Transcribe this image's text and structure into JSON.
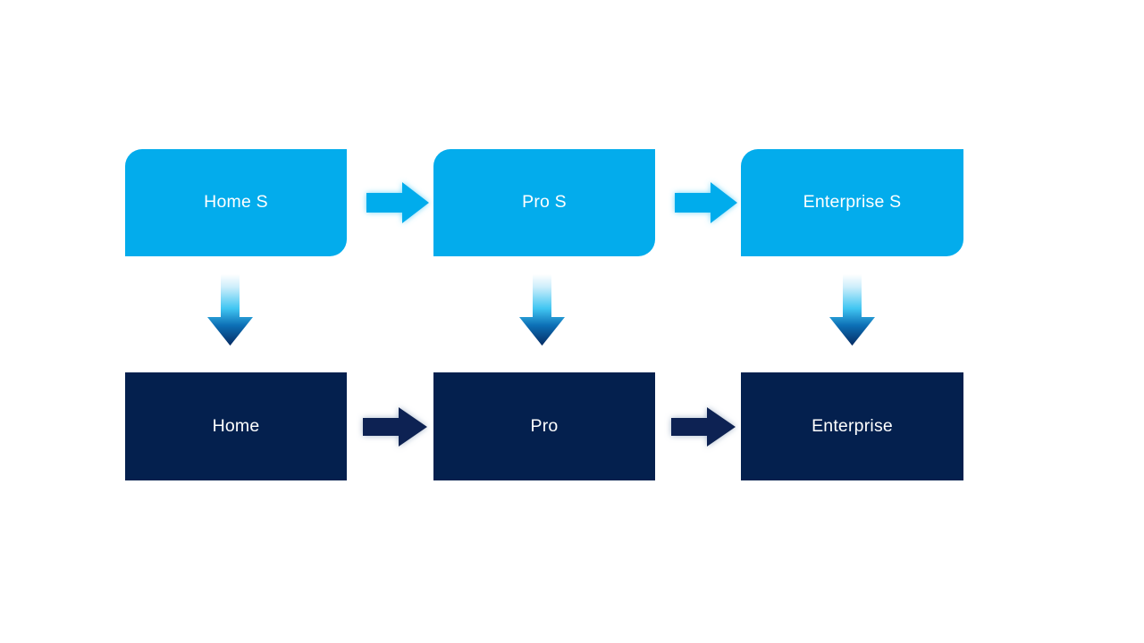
{
  "diagram": {
    "background_color": "#ffffff",
    "palette": {
      "service_fill": "#03ACEC",
      "product_fill": "#04204E",
      "label_color": "#ffffff",
      "down_arrow_gradient_start": "#ffffff",
      "down_arrow_gradient_mid": "#41C6F2",
      "down_arrow_gradient_end": "#062B63"
    },
    "service_row": {
      "nodes": [
        {
          "id": "home-s",
          "label": "Home S"
        },
        {
          "id": "pro-s",
          "label": "Pro S"
        },
        {
          "id": "enterprise-s",
          "label": "Enterprise S"
        }
      ],
      "connectors": [
        {
          "id": "service-arrow-1",
          "icon": "arrow-right-icon",
          "from": "home-s",
          "to": "pro-s"
        },
        {
          "id": "service-arrow-2",
          "icon": "arrow-right-icon",
          "from": "pro-s",
          "to": "enterprise-s"
        }
      ]
    },
    "product_row": {
      "nodes": [
        {
          "id": "home",
          "label": "Home"
        },
        {
          "id": "pro",
          "label": "Pro"
        },
        {
          "id": "enterprise",
          "label": "Enterprise"
        }
      ],
      "connectors": [
        {
          "id": "product-arrow-1",
          "icon": "arrow-right-icon",
          "from": "home",
          "to": "pro"
        },
        {
          "id": "product-arrow-2",
          "icon": "arrow-right-icon",
          "from": "pro",
          "to": "enterprise"
        }
      ]
    },
    "vertical_connectors": [
      {
        "id": "down-arrow-1",
        "icon": "arrow-down-icon",
        "from": "home-s",
        "to": "home"
      },
      {
        "id": "down-arrow-2",
        "icon": "arrow-down-icon",
        "from": "pro-s",
        "to": "pro"
      },
      {
        "id": "down-arrow-3",
        "icon": "arrow-down-icon",
        "from": "enterprise-s",
        "to": "enterprise"
      }
    ]
  }
}
